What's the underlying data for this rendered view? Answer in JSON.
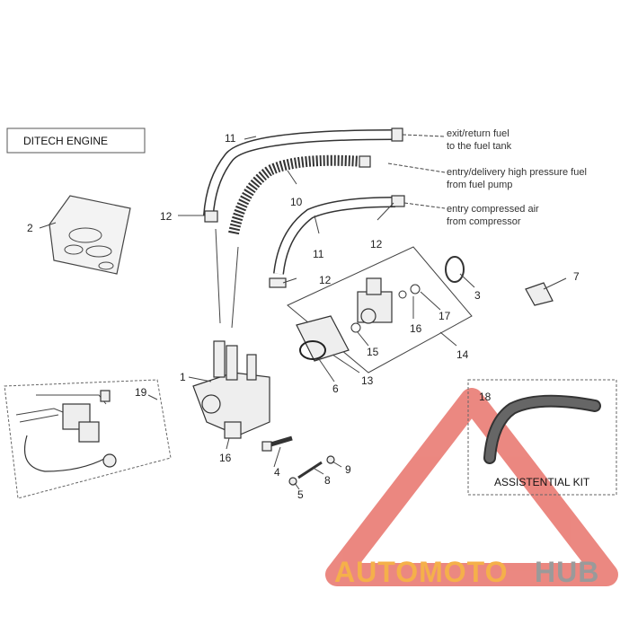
{
  "title_box": {
    "text": "DITECH ENGINE"
  },
  "kit_box": {
    "label": "ASSISTENTIAL KIT"
  },
  "watermark": {
    "text_orange": "AUTOMOTO",
    "text_gray": "HUB",
    "triangle_color": "#e8736b",
    "orange": "#f5b04a",
    "gray": "#9a9a9a"
  },
  "annotations": [
    {
      "line1": "exit/return fuel",
      "line2": "to the fuel tank"
    },
    {
      "line1": "entry/delivery high pressure fuel",
      "line2": "from fuel pump"
    },
    {
      "line1": "entry compressed air",
      "line2": "from compressor"
    }
  ],
  "callouts": [
    "1",
    "2",
    "3",
    "4",
    "5",
    "6",
    "7",
    "8",
    "9",
    "10",
    "11",
    "11",
    "12",
    "12",
    "12",
    "13",
    "14",
    "15",
    "16",
    "16",
    "17",
    "18",
    "19"
  ]
}
